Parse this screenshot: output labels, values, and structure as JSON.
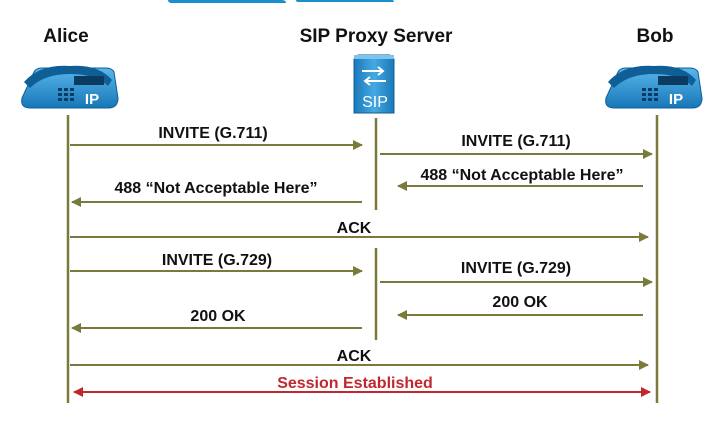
{
  "participants": [
    {
      "id": "alice",
      "name": "Alice",
      "icon": "ip-phone-icon",
      "icon_label": "IP"
    },
    {
      "id": "proxy",
      "name": "SIP Proxy Server",
      "icon": "sip-proxy-server-icon",
      "icon_label": "SIP"
    },
    {
      "id": "bob",
      "name": "Bob",
      "icon": "ip-phone-icon",
      "icon_label": "IP"
    }
  ],
  "messages": [
    {
      "from": "alice",
      "to": "proxy",
      "label": "INVITE (G.711)"
    },
    {
      "from": "proxy",
      "to": "bob",
      "label": "INVITE (G.711)"
    },
    {
      "from": "bob",
      "to": "proxy",
      "label": "488 “Not Acceptable Here”"
    },
    {
      "from": "proxy",
      "to": "alice",
      "label": "488 “Not Acceptable Here”"
    },
    {
      "from": "alice",
      "to": "bob",
      "label": "ACK"
    },
    {
      "from": "alice",
      "to": "proxy",
      "label": "INVITE (G.729)"
    },
    {
      "from": "proxy",
      "to": "bob",
      "label": "INVITE (G.729)"
    },
    {
      "from": "bob",
      "to": "proxy",
      "label": "200 OK"
    },
    {
      "from": "proxy",
      "to": "alice",
      "label": "200 OK"
    },
    {
      "from": "alice",
      "to": "bob",
      "label": "ACK"
    },
    {
      "from": "alice",
      "to": "bob",
      "label": "Session Established",
      "bidirectional": true
    }
  ],
  "colors": {
    "message_arrow": "#7a7a3a",
    "session_arrow": "#c0282d",
    "lifeline": "#7a7a3a",
    "device_blue": "#1f8fd0",
    "title_bar": "#1a8fd0"
  }
}
